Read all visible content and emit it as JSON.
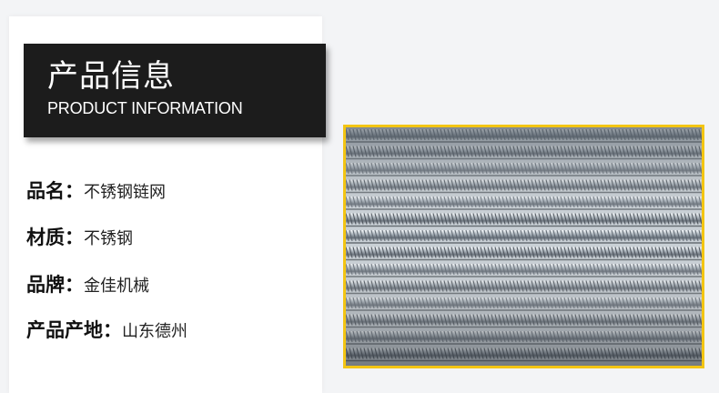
{
  "header": {
    "title": "产品信息",
    "subtitle": "PRODUCT INFORMATION"
  },
  "details": [
    {
      "label": "品名：",
      "value": "不锈钢链网"
    },
    {
      "label": "材质：",
      "value": "不锈钢"
    },
    {
      "label": "品牌：",
      "value": "金佳机械"
    },
    {
      "label": "产品产地：",
      "value": "山东德州"
    }
  ],
  "colors": {
    "header_bg": "#1c1c1c",
    "accent_border": "#f3c513",
    "panel_bg": "#ffffff"
  }
}
